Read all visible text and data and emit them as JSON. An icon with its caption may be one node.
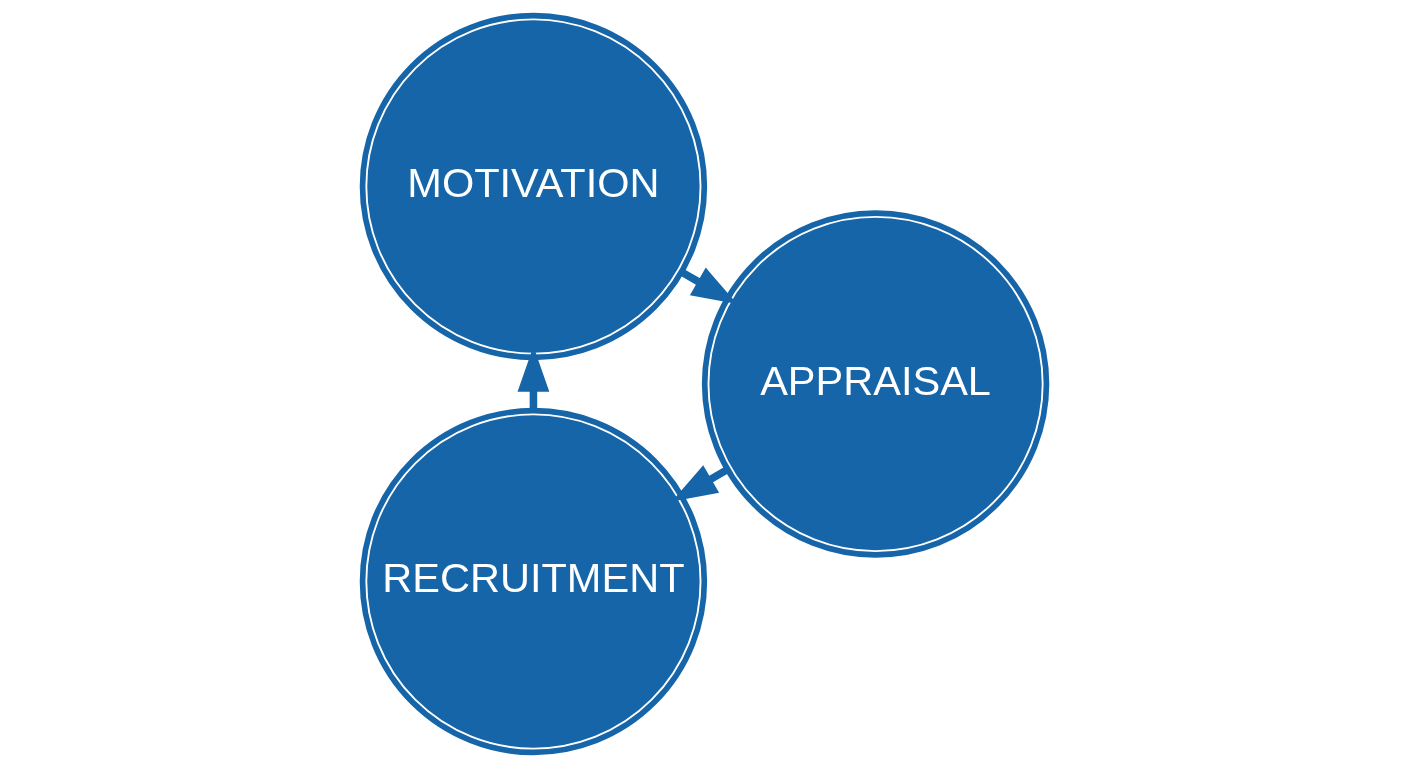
{
  "diagram": {
    "nodes": [
      {
        "text": [
          "RECRUITMENT"
        ]
      },
      {
        "text": [
          "APPRAISAL"
        ]
      },
      {
        "text": [
          "MOTIVATION"
        ]
      }
    ],
    "edges": [
      {
        "from": 0,
        "to": 2,
        "arrow": "to"
      },
      {
        "from": 2,
        "to": 1,
        "arrow": "to"
      },
      {
        "from": 1,
        "to": 0,
        "arrow": "to"
      }
    ]
  }
}
